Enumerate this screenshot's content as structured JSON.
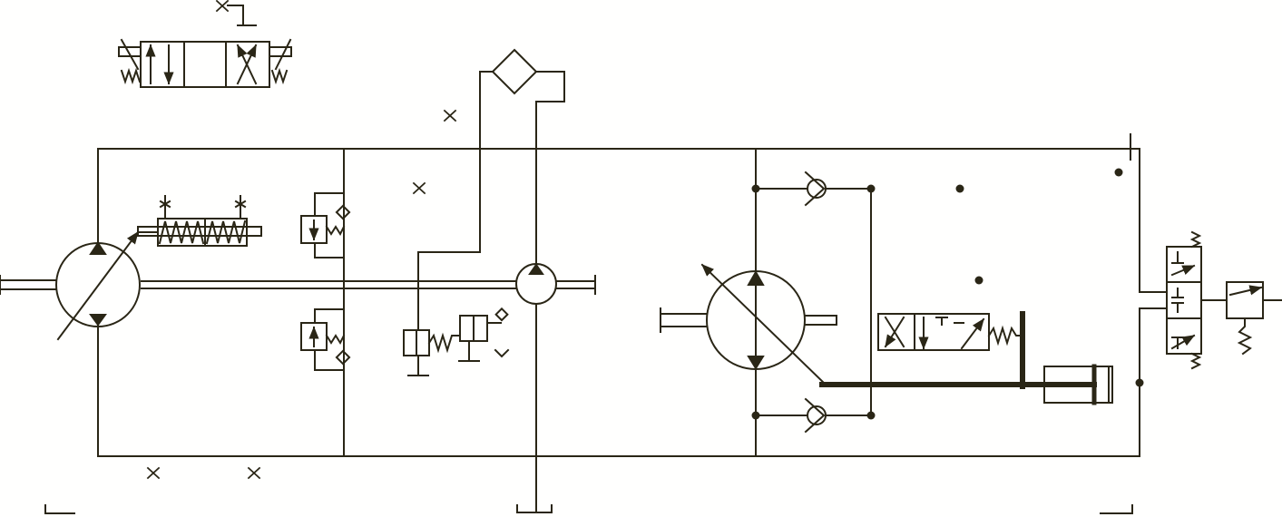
{
  "diagram": {
    "kind": "hydraulic-schematic",
    "colors": {
      "background": "#fffffe",
      "line": "#2a2616"
    },
    "components": [
      "variable-displacement-pump",
      "fixed-displacement-pump",
      "variable-displacement-motor",
      "filter",
      "directional-valve",
      "check-valves",
      "relief-valves",
      "servo-cylinder",
      "tank-symbols"
    ]
  }
}
